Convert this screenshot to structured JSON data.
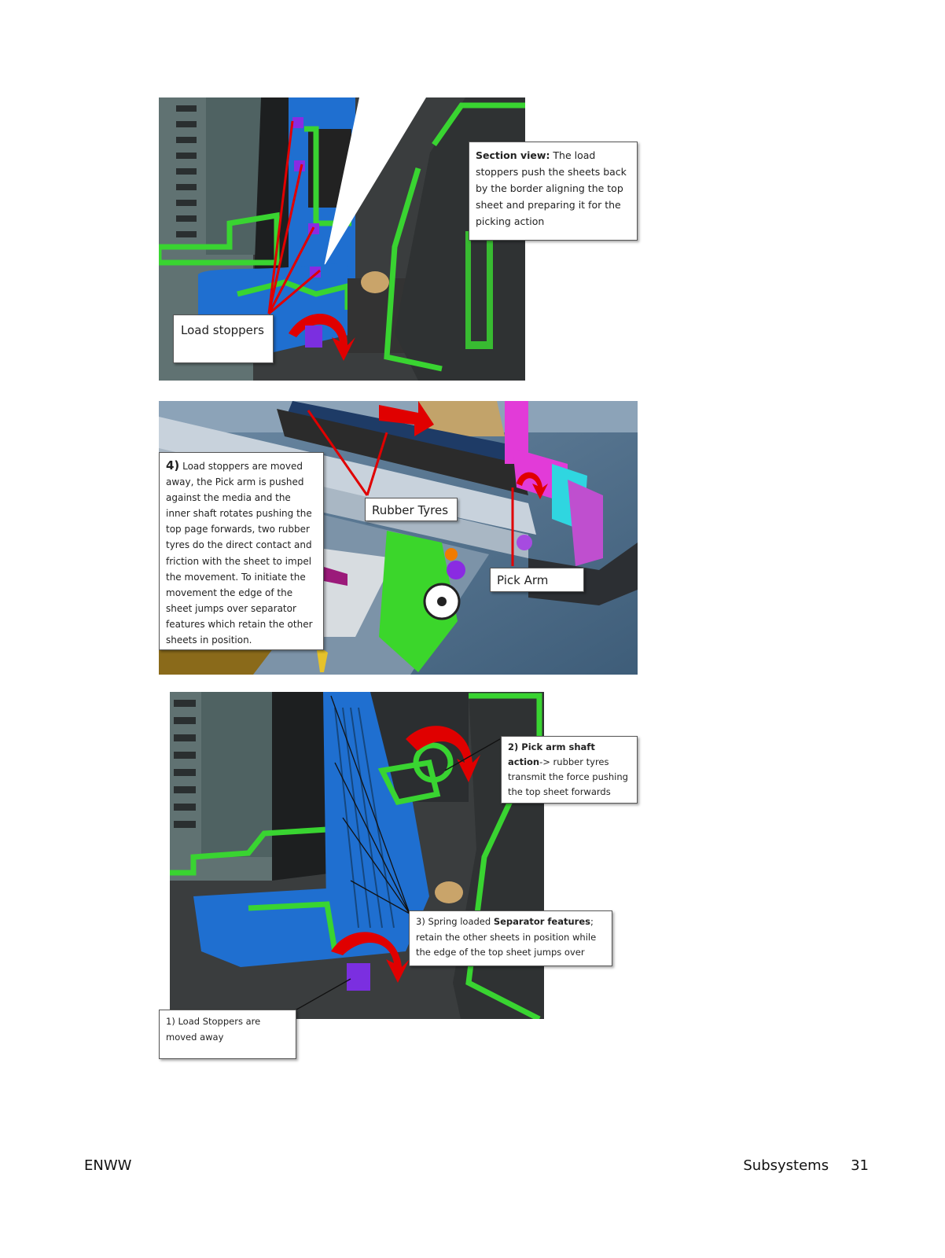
{
  "figure1": {
    "section_view_bold": "Section view:",
    "section_view_text": " The load stoppers push the sheets back by the border aligning the top sheet and preparing it for the picking action",
    "load_stoppers_label": "Load stoppers"
  },
  "figure2": {
    "step_number": "4)",
    "step_text": " Load stoppers are moved away, the Pick arm is pushed against the media and the inner shaft rotates pushing the top page forwards, two rubber tyres do the direct contact and friction with the sheet to impel the movement. To initiate the movement the edge of the sheet jumps over separator features which retain the other sheets in position.",
    "rubber_tyres_label": "Rubber Tyres",
    "pick_arm_label": "Pick Arm"
  },
  "figure3": {
    "pick_arm_bold": "2) Pick arm shaft action",
    "pick_arm_text": "-> rubber tyres transmit the force pushing the top sheet forwards",
    "separator_prefix": "3) Spring loaded ",
    "separator_bold": "Separator features",
    "separator_text": "; retain the other sheets in position while the edge of the top sheet jumps over",
    "load_stoppers_moved": "1) Load Stoppers are moved away"
  },
  "footer": {
    "left": "ENWW",
    "section": "Subsystems",
    "page_number": "31"
  }
}
